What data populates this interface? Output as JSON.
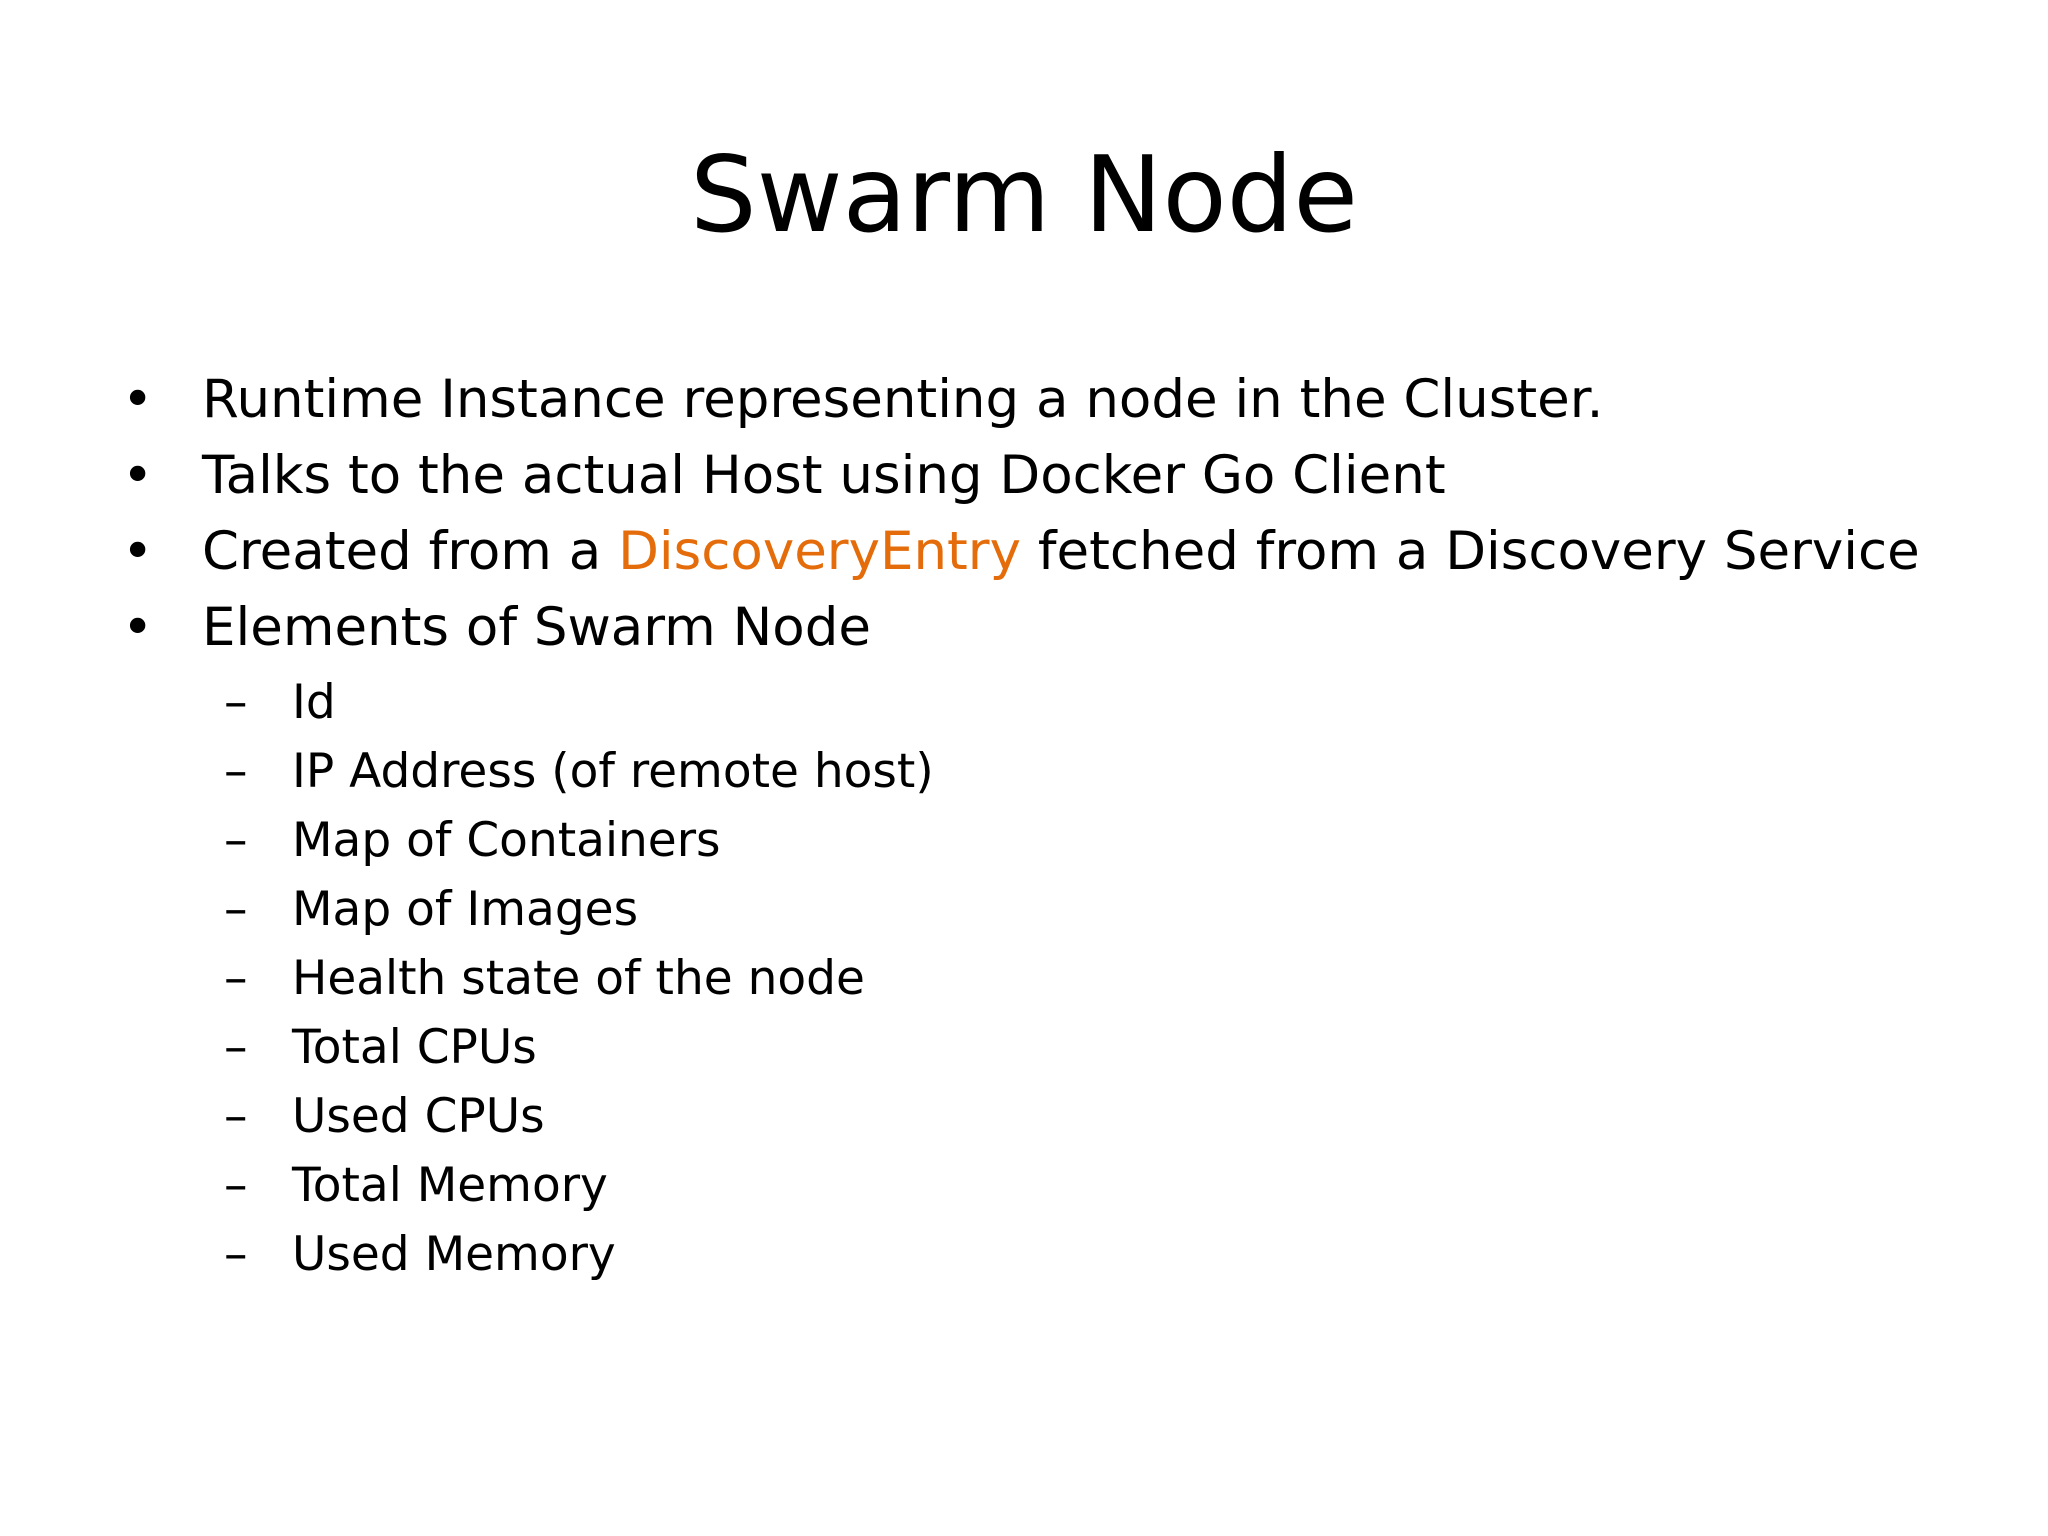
{
  "slide": {
    "title": "Swarm Node",
    "bullet_glyph": "•",
    "dash_glyph": "–",
    "accent_color": "#e46c0a",
    "bullets": [
      "Runtime Instance representing a node in the Cluster.",
      "Talks to the actual Host using Docker Go Client",
      {
        "before": "Created from a ",
        "highlight": "DiscoveryEntry",
        "after": " fetched from a Discovery Service"
      },
      "Elements of Swarm Node"
    ],
    "sub_items": [
      "Id",
      "IP Address (of remote host)",
      "Map of Containers",
      "Map of Images",
      "Health state of the node",
      "Total CPUs",
      "Used CPUs",
      "Total Memory",
      "Used Memory"
    ]
  }
}
